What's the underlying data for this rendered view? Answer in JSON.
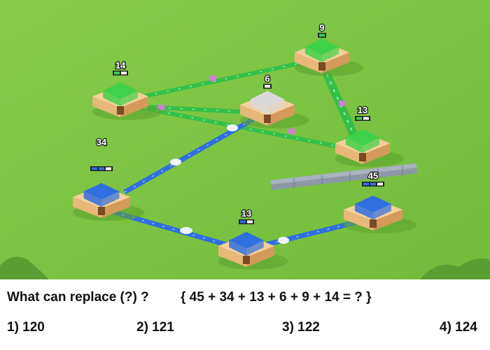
{
  "question": {
    "prompt": "What can replace (?) ?",
    "formula": "{ 45 + 34 + 13 + 6 + 9 + 14 = ? }"
  },
  "options": [
    "1) 120",
    "2) 121",
    "3) 122",
    "4) 124"
  ],
  "towers": [
    {
      "id": "green-tower-14",
      "count": "14",
      "team": "green",
      "level_pips": 2
    },
    {
      "id": "green-tower-9",
      "count": "9",
      "team": "green",
      "level_pips": 1
    },
    {
      "id": "neutral-tower-6",
      "count": "6",
      "team": "neutral",
      "level_pips": 1
    },
    {
      "id": "green-tower-13",
      "count": "13",
      "team": "green",
      "level_pips": 2
    },
    {
      "id": "blue-tower-34",
      "count": "34",
      "team": "blue",
      "level_pips": 3
    },
    {
      "id": "blue-tower-45",
      "count": "45",
      "team": "blue",
      "level_pips": 3
    },
    {
      "id": "blue-tower-13",
      "count": "13",
      "team": "blue",
      "level_pips": 2
    }
  ],
  "colors": {
    "grass": "#7cc442",
    "grass_light": "#86cc4a",
    "green_team": "#3fd14a",
    "blue_team": "#2f6fe0",
    "neutral": "#d9d9d9",
    "wall": "#8d97a6",
    "text": "#111111"
  }
}
